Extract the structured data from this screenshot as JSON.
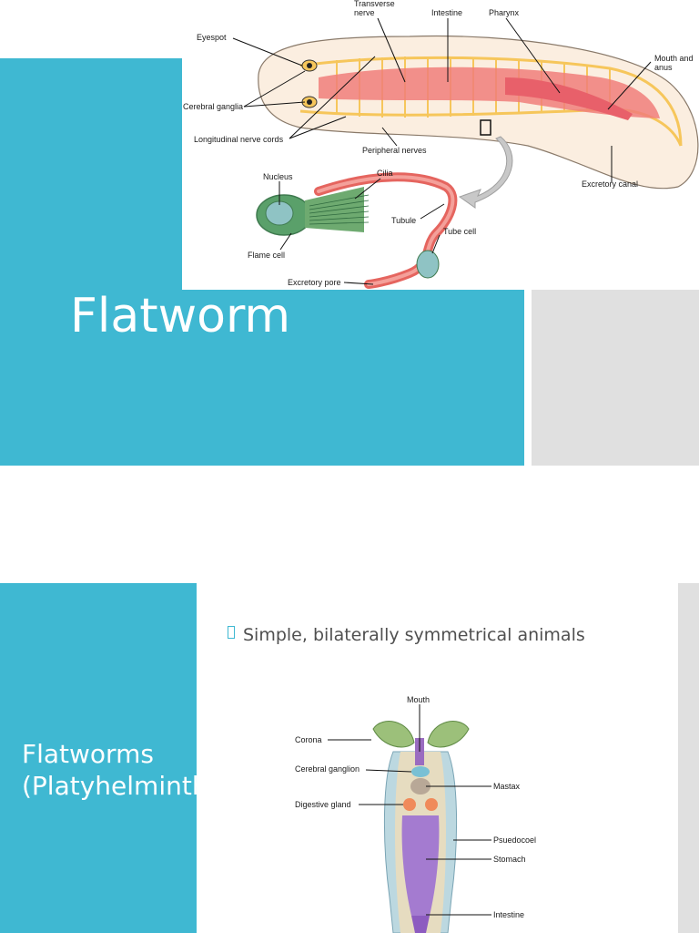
{
  "slide1": {
    "title": "Flatworm",
    "figure_labels": {
      "transverse_nerve_1": "Transverse",
      "transverse_nerve_2": "nerve",
      "intestine": "Intestine",
      "pharynx": "Pharynx",
      "eyespot": "Eyespot",
      "mouth_anus_1": "Mouth and",
      "mouth_anus_2": "anus",
      "cerebral_ganglia": "Cerebral ganglia",
      "longitudinal_nerve_cords": "Longitudinal nerve cords",
      "peripheral_nerves": "Peripheral nerves",
      "excretory_canal": "Excretory canal",
      "nucleus": "Nucleus",
      "cilia": "Cilia",
      "tubule": "Tubule",
      "tube_cell": "Tube cell",
      "flame_cell": "Flame cell",
      "excretory_pore": "Excretory pore"
    }
  },
  "slide2": {
    "title": "Flatworms (Platyhelminthes)",
    "bullet": "Simple, bilaterally symmetrical animals",
    "figure_labels": {
      "mouth": "Mouth",
      "corona": "Corona",
      "cerebral_ganglion": "Cerebral ganglion",
      "mastax": "Mastax",
      "digestive_gland": "Digestive gland",
      "psuedocoel": "Psuedocoel",
      "stomach": "Stomach",
      "intestine": "Intestine"
    }
  },
  "colors": {
    "accent": "#3fb8d2",
    "panel_grey": "#e0e0e0",
    "body_text": "#505050"
  }
}
